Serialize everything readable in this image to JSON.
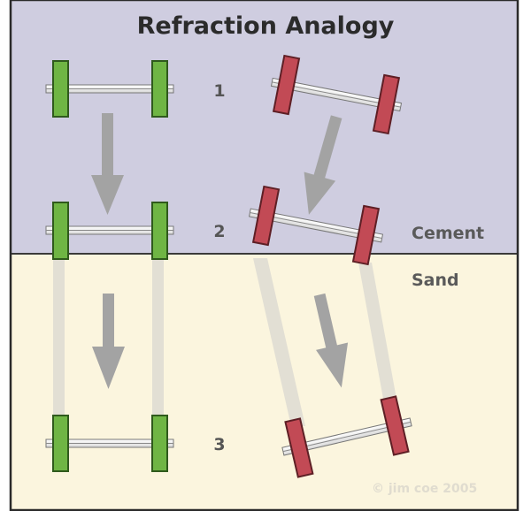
{
  "title": "Refraction Analogy",
  "steps": [
    "1",
    "2",
    "3"
  ],
  "regions": {
    "upper": {
      "label": "Cement",
      "color": "#cfcde0"
    },
    "lower": {
      "label": "Sand",
      "color": "#fbf5de"
    }
  },
  "credit": "© jim coe 2005",
  "left_axle": {
    "wheel_color": "#6fb544",
    "wheel_stroke": "#2f5a1c",
    "path": "straight"
  },
  "right_axle": {
    "wheel_color": "#c24a55",
    "wheel_stroke": "#5e1f25",
    "path": "bends at boundary"
  },
  "arrow_color": "#a3a3a3",
  "track_color": "#e2dfd4",
  "border_color": "#2a2a2a"
}
